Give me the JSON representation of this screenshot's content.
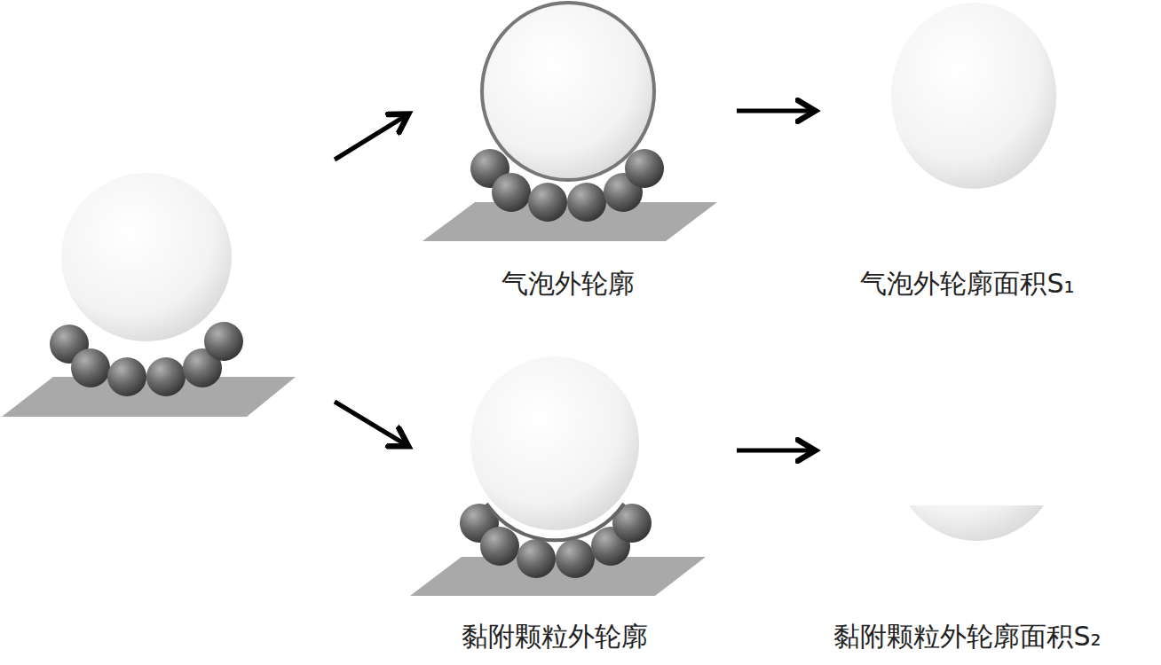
{
  "diagram": {
    "labels": [
      "气泡外轮廓",
      "气泡外轮廓面积S₁",
      "黏附颗粒外轮廓",
      "黏附颗粒外轮廓面积S₂"
    ]
  }
}
